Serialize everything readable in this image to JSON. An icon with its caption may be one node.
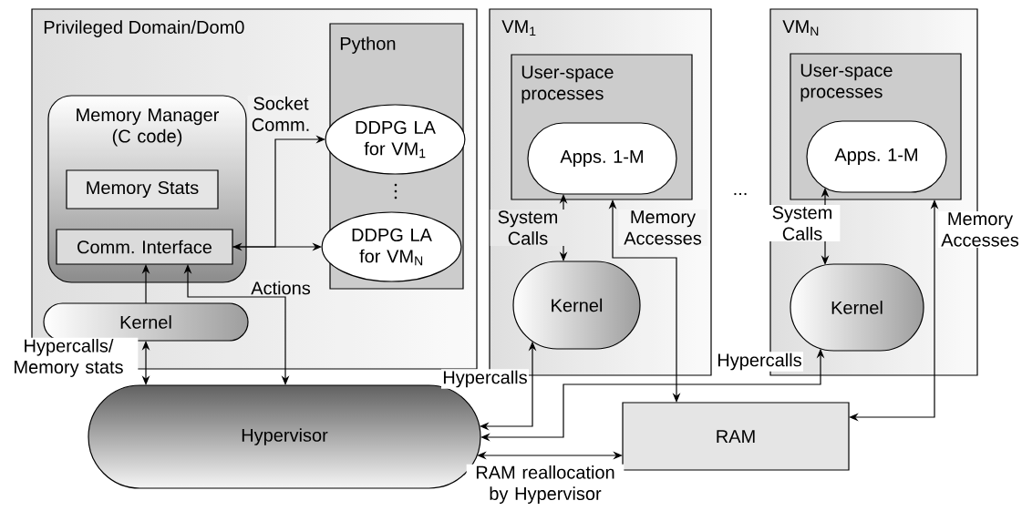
{
  "diagram": {
    "nodes": [
      {
        "text": [
          "Privileged Domain/Dom0"
        ]
      },
      {
        "text": [
          "Python"
        ],
        "in": 0
      },
      {
        "text": [
          "Memory Manager (C code)"
        ],
        "in": 0
      },
      {
        "text": [
          "Memory Stats"
        ],
        "in": 2
      },
      {
        "text": [
          "Comm. Interface"
        ],
        "in": 2
      },
      {
        "text": [
          "DDPG LA for VM$_{1}$"
        ],
        "in": 1
      },
      {
        "text": [
          "DDPG LA for VM$_{N}$"
        ],
        "in": 1
      },
      {
        "text": [
          "Kernel"
        ],
        "in": 0
      },
      {
        "text": [
          "VM$_{1}$"
        ]
      },
      {
        "text": [
          "User-space processes"
        ],
        "in": 8
      },
      {
        "text": [
          "Apps. 1-M"
        ],
        "in": 9
      },
      {
        "text": [
          "Kernel"
        ],
        "in": 8
      },
      {
        "text": [
          "VM$_{N}$"
        ]
      },
      {
        "text": [
          "User-space processes"
        ],
        "in": 12
      },
      {
        "text": [
          "Apps. 1-M"
        ],
        "in": 13
      },
      {
        "text": [
          "Kernel"
        ],
        "in": 12
      },
      {
        "text": [
          "Hypervisor"
        ]
      },
      {
        "text": [
          "RAM"
        ]
      }
    ],
    "edges": [
      {
        "from": 4,
        "to": 5,
        "arrow": "to",
        "label": "Socket Comm."
      },
      {
        "from": 4,
        "to": 6,
        "arrow": "both"
      },
      {
        "from": 7,
        "to": 4,
        "arrow": "to"
      },
      {
        "from": 16,
        "to": 4,
        "arrow": "both",
        "label": "Actions"
      },
      {
        "from": 7,
        "to": 16,
        "arrow": "both",
        "label": "Hypercalls/ Memory stats"
      },
      {
        "from": 10,
        "to": 11,
        "arrow": "both",
        "label": "System Calls"
      },
      {
        "from": 9,
        "to": 17,
        "arrow": "both",
        "label": "Memory Accesses"
      },
      {
        "from": 11,
        "to": 16,
        "arrow": "both",
        "label": "Hypercalls"
      },
      {
        "from": 15,
        "to": 16,
        "arrow": "both",
        "label": "Hypercalls"
      },
      {
        "from": 13,
        "to": 17,
        "arrow": "both",
        "label": "Memory Accesses"
      },
      {
        "from": 14,
        "to": 15,
        "arrow": "both",
        "label": "System Calls"
      },
      {
        "from": 16,
        "to": 17,
        "arrow": "both",
        "label": "RAM reallocation by Hypervisor"
      }
    ],
    "labels": [
      "..."
    ]
  }
}
